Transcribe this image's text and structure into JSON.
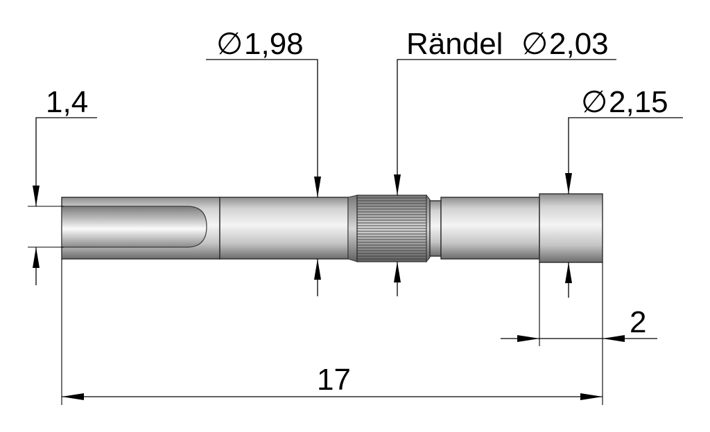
{
  "drawing": {
    "labels": {
      "dim_1_4": "1,4",
      "dim_1_98": "1,98",
      "dim_knurl_text": "Rändel",
      "dim_2_03": "2,03",
      "dim_2_15": "2,15",
      "dim_2": "2",
      "dim_17": "17",
      "diameter_symbol": "∅"
    }
  }
}
